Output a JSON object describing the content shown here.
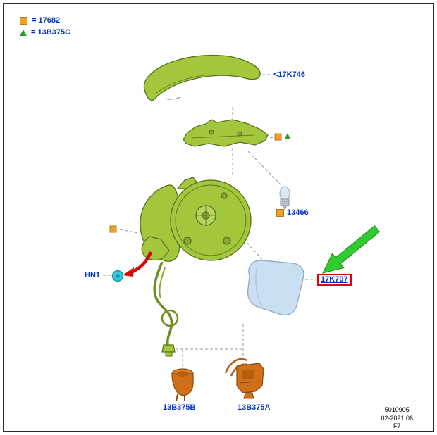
{
  "legend": {
    "square_label": "= 17682",
    "triangle_label": "= 13B375C"
  },
  "parts": {
    "mirror_cap": "<17K746",
    "bulb": "13466",
    "nut": "HN1",
    "mirror_glass": "17K707",
    "connector_b": "13B375B",
    "connector_a": "13B375A"
  },
  "footer": {
    "doc_number": "5010905",
    "revision": "02-2021 06",
    "frame": "F7"
  },
  "colors": {
    "part_green": "#a3c73c",
    "part_green_dark": "#55701a",
    "glass_blue": "#cadff2",
    "connector_orange": "#d2701a",
    "label_blue": "#0033cc",
    "marker_orange": "#f0a024",
    "marker_green": "#2e9e2e",
    "highlight_red": "#e00000",
    "arrow_green": "#2ecc2e",
    "arrow_red": "#dd0000",
    "nut_cyan": "#38c8d8"
  }
}
